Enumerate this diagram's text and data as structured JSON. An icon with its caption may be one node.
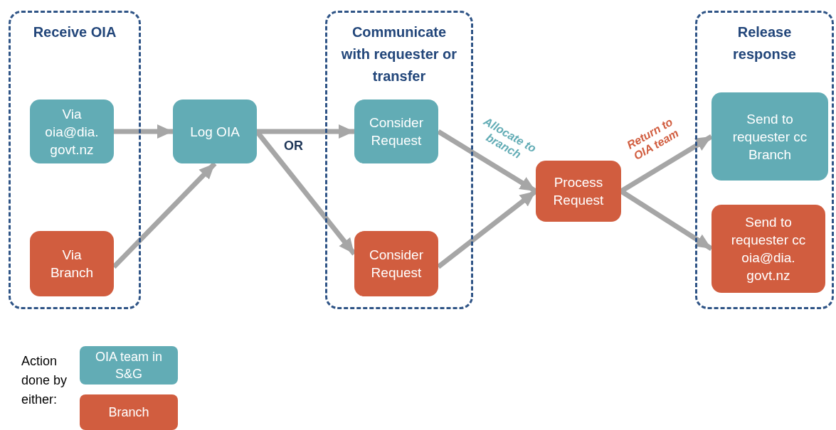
{
  "diagram": {
    "nodes": [
      {
        "text": [
          "Receive OIA"
        ]
      },
      {
        "text": [
          "Via oia@dia. govt.nz"
        ],
        "in": 0
      },
      {
        "text": [
          "Via Branch"
        ],
        "in": 0
      },
      {
        "text": [
          "Log OIA"
        ]
      },
      {
        "text": [
          "Communicate with requester or transfer"
        ]
      },
      {
        "text": [
          "Consider Request"
        ],
        "in": 4
      },
      {
        "text": [
          "Consider Request"
        ],
        "in": 4
      },
      {
        "text": [
          "Process Request"
        ]
      },
      {
        "text": [
          "Release response"
        ]
      },
      {
        "text": [
          "Send to requester cc Branch"
        ],
        "in": 8
      },
      {
        "text": [
          "Send to requester cc oia@dia. govt.nz"
        ],
        "in": 8
      }
    ],
    "edges": [
      {
        "from": 1,
        "to": 3,
        "arrow": "to"
      },
      {
        "from": 2,
        "to": 3,
        "arrow": "to"
      },
      {
        "from": 3,
        "to": 5,
        "arrow": "to"
      },
      {
        "from": 3,
        "to": 6,
        "arrow": "to"
      },
      {
        "from": 5,
        "to": 7,
        "arrow": "to",
        "label": "Allocate to branch"
      },
      {
        "from": 6,
        "to": 7,
        "arrow": "to"
      },
      {
        "from": 7,
        "to": 9,
        "arrow": "to",
        "label": "Return to OIA team"
      },
      {
        "from": 7,
        "to": 10,
        "arrow": "to"
      }
    ],
    "labels": [
      "OR",
      "Action done by either:"
    ],
    "legend": [
      {
        "text": "OIA team in S&G",
        "color": "#62acb5"
      },
      {
        "text": "Branch",
        "color": "#d15d3f"
      }
    ]
  }
}
